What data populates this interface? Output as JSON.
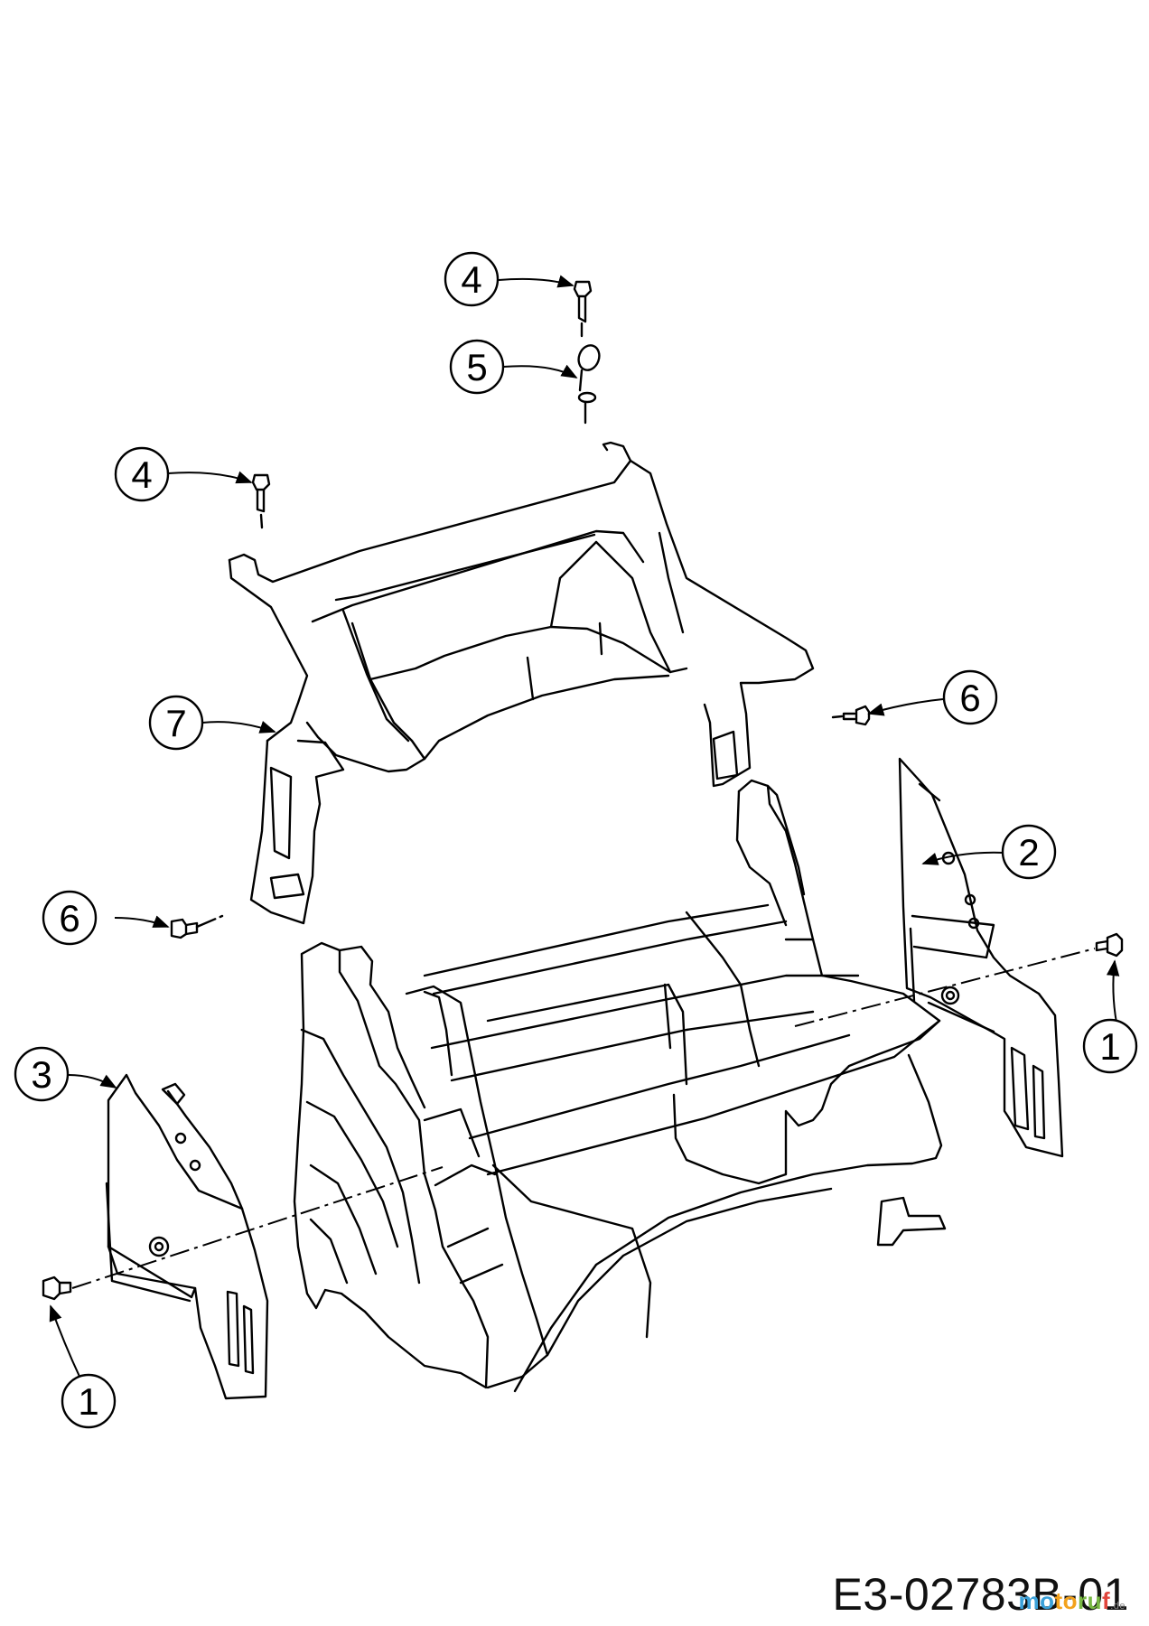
{
  "callouts": [
    {
      "num": "4"
    },
    {
      "num": "5"
    },
    {
      "num": "4"
    },
    {
      "num": "7"
    },
    {
      "num": "6"
    },
    {
      "num": "2"
    },
    {
      "num": "6"
    },
    {
      "num": "1"
    },
    {
      "num": "3"
    },
    {
      "num": "1"
    }
  ],
  "drawing_id": "E3-02783B-01",
  "watermark": {
    "part1": "mo",
    "part2": "to",
    "part3": "ru",
    "part4": "f",
    "tld": ".de"
  }
}
